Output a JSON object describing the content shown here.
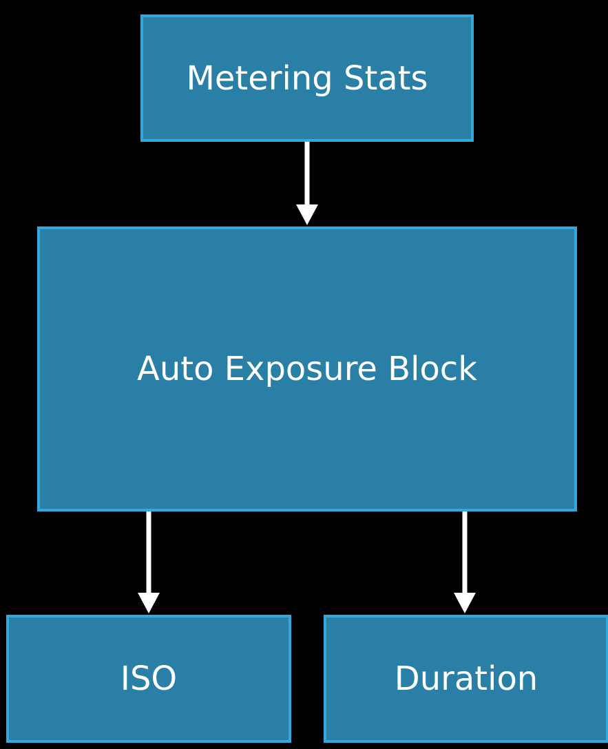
{
  "diagram": {
    "nodes": {
      "metering": {
        "label": "Metering Stats"
      },
      "auto_exposure": {
        "label": "Auto Exposure Block"
      },
      "iso": {
        "label": "ISO"
      },
      "duration": {
        "label": "Duration"
      }
    },
    "edges": [
      {
        "from": "metering",
        "to": "auto_exposure"
      },
      {
        "from": "auto_exposure",
        "to": "iso"
      },
      {
        "from": "auto_exposure",
        "to": "duration"
      }
    ],
    "colors": {
      "background": "#000000",
      "box_fill": "#2a7fa6",
      "box_border": "#35a8db",
      "arrow": "#ffffff",
      "text": "#ffffff"
    }
  }
}
